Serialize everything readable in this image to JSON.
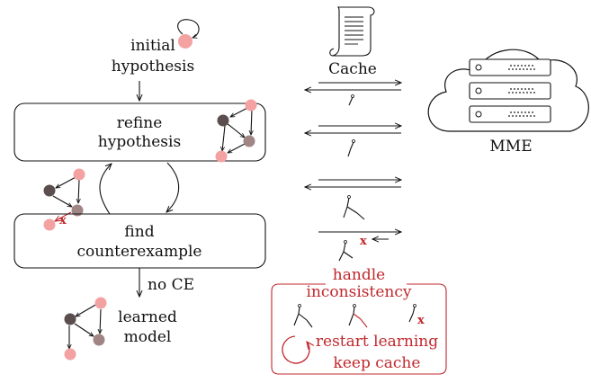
{
  "learner": {
    "initial_hypothesis": [
      "initial",
      "hypothesis"
    ],
    "refine_hypothesis": [
      "refine",
      "hypothesis"
    ],
    "find_counterexample": [
      "find",
      "counterexample"
    ],
    "no_ce_label": "no CE",
    "learned_model": [
      "learned",
      "model"
    ]
  },
  "cache": {
    "label": "Cache"
  },
  "mme": {
    "label": "MME"
  },
  "inconsistency": {
    "title": [
      "handle",
      "inconsistency"
    ],
    "restart_label": "restart learning",
    "keep_cache_label": "keep cache",
    "x_mark": "x"
  },
  "colors": {
    "node_pink": "#f4a1a1",
    "node_dark": "#5a4e4e",
    "node_mid": "#a08585",
    "accent_red": "#c0282d",
    "ink": "#111111"
  },
  "icons": {
    "cache": "scroll-icon",
    "mme": "server-cloud-icon",
    "restart": "restart-loop-icon"
  }
}
